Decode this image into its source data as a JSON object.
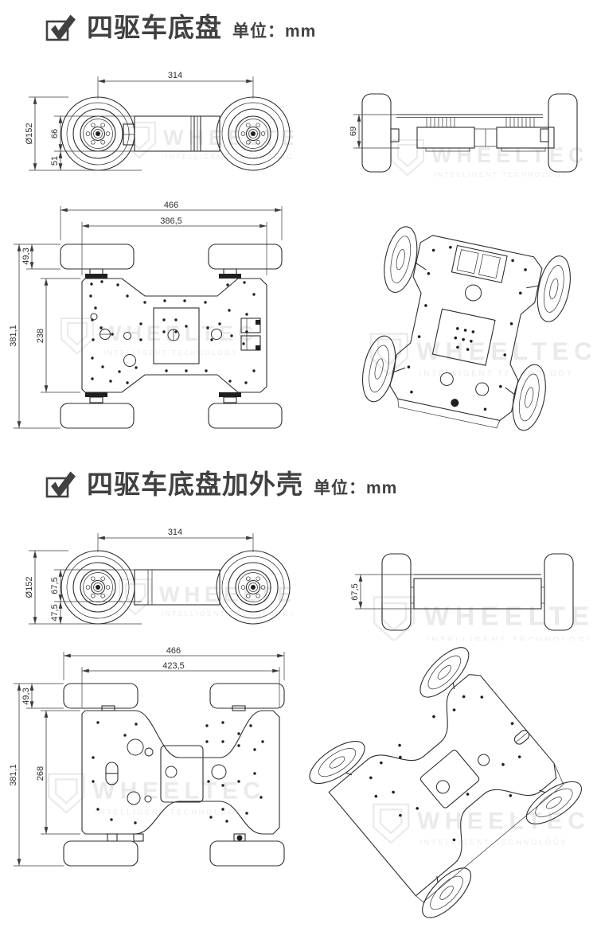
{
  "watermark": {
    "brand": "WHEELTEC",
    "tagline": "INTELLIGENT TECHNOLOGY"
  },
  "colors": {
    "line": "#2e2e2e",
    "heading": "#414141",
    "watermark": "#eaeaea",
    "dim_text": "#2f2f2f"
  },
  "sections": [
    {
      "title": "四驱车底盘",
      "unit": "单位：mm",
      "side": {
        "track": "314",
        "diameter": "Ø152",
        "upper": "66",
        "lower": "51"
      },
      "front": {
        "height": "69"
      },
      "top": {
        "length_overall": "466",
        "length_inner": "386,5",
        "wheel_width": "49,3",
        "plate_length": "238",
        "width_overall": "381,1"
      }
    },
    {
      "title": "四驱车底盘加外壳",
      "unit": "单位：mm",
      "side": {
        "track": "314",
        "diameter": "Ø152",
        "upper": "67,5",
        "lower": "47,5"
      },
      "front": {
        "height": "67,5"
      },
      "top": {
        "length_overall": "466",
        "length_inner": "423,5",
        "wheel_width": "49,3",
        "plate_length": "268",
        "width_overall": "381,1"
      }
    }
  ]
}
